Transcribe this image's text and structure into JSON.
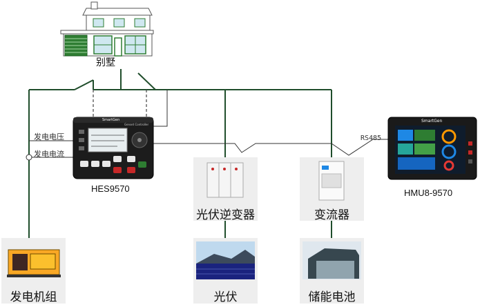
{
  "villa": {
    "label": "别墅"
  },
  "controller": {
    "name": "HES9570",
    "brand": "SmartGen",
    "subtitle": "Genset Controller"
  },
  "hmi": {
    "name": "HMU8-9570",
    "brand": "SmartGen"
  },
  "signals": {
    "gen_voltage": "发电电压",
    "gen_current": "发电电流",
    "comm": "RS485"
  },
  "devices": {
    "pv_inverter": "光伏逆变器",
    "converter": "变流器",
    "genset": "发电机组",
    "pv": "光伏",
    "storage": "储能电池"
  },
  "colors": {
    "bus": "#1f4d2b",
    "house_green": "#2e7d32"
  }
}
